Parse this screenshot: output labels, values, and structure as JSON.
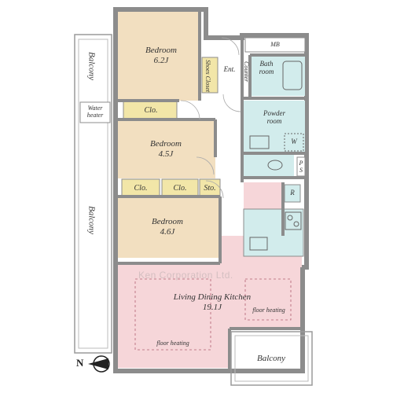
{
  "rooms": {
    "bedroom1": {
      "name": "Bedroom",
      "size": "6.2J"
    },
    "bedroom2": {
      "name": "Bedroom",
      "size": "4.5J"
    },
    "bedroom3": {
      "name": "Bedroom",
      "size": "4.6J"
    },
    "ldk": {
      "name": "Living Dining Kitchen",
      "size": "19.1J"
    }
  },
  "labels": {
    "balcony_top": "Balcony",
    "balcony_mid": "Balcony",
    "balcony_bottom": "Balcony",
    "water_heater": "Water heater",
    "entrance": "Ent.",
    "shoes_closet": "Shoes Closet",
    "counter": "Counter",
    "mb": "MB",
    "bath": "Bath room",
    "powder": "Powder room",
    "washer": "W",
    "ps": "P S",
    "refrigerator": "R",
    "closet1": "Clo.",
    "closet2": "Clo.",
    "closet3": "Clo.",
    "storage": "Sto.",
    "floor_heating_1": "floor heating",
    "floor_heating_2": "floor heating",
    "north": "N"
  },
  "watermark": "Ken Corporation Ltd.",
  "colors": {
    "bedroom": "#f2dfc0",
    "ldk": "#f6d6d9",
    "wet": "#d2ecec",
    "closet": "#f2e6a8",
    "wall": "#8c8c8c",
    "outline": "#9a9a9a"
  }
}
